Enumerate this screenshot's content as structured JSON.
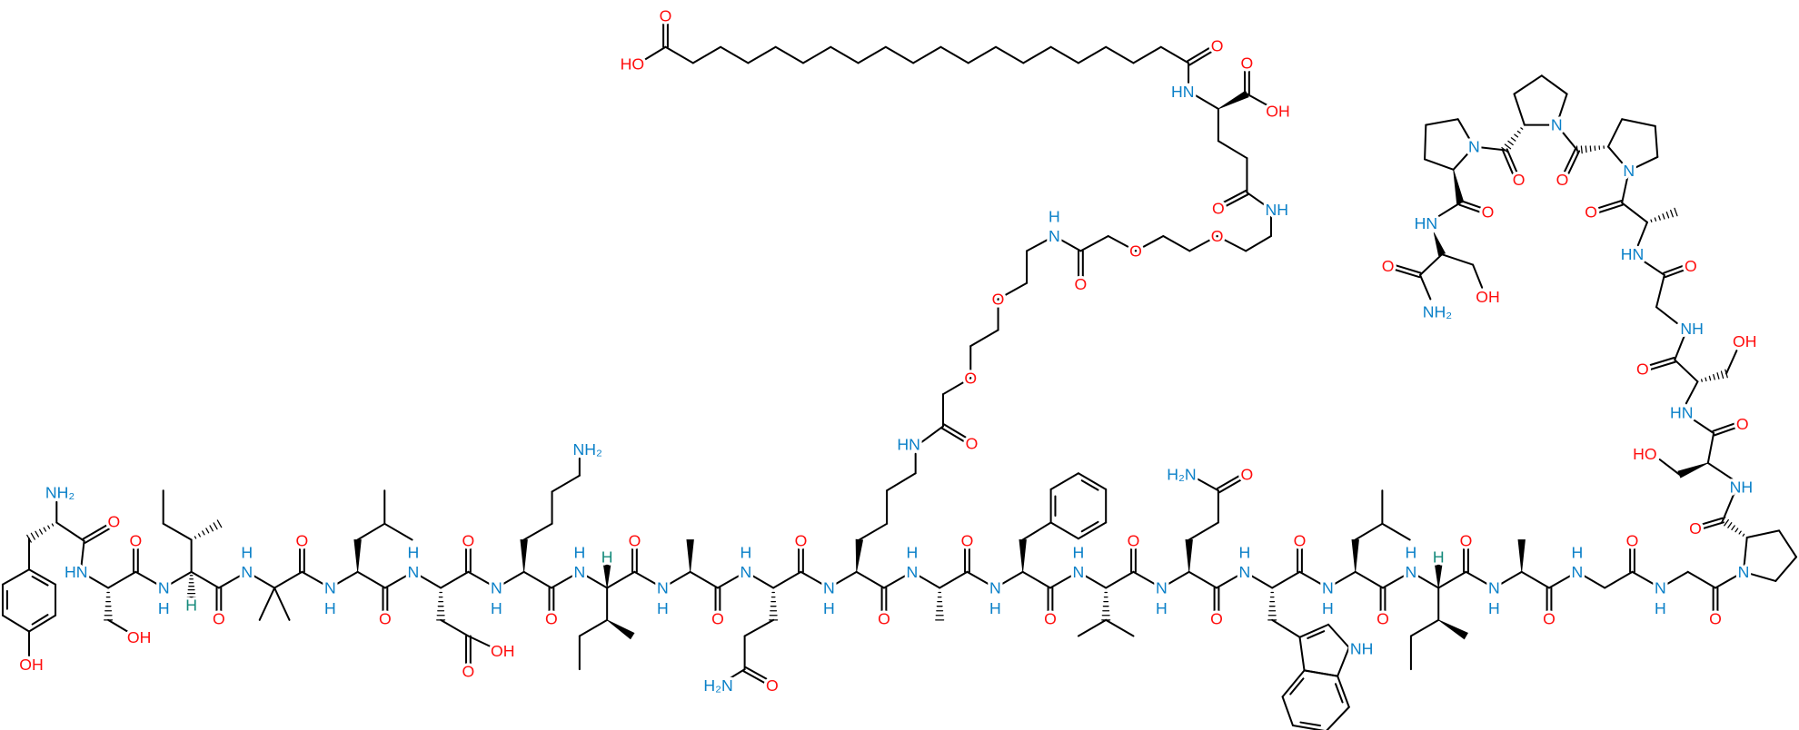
{
  "labels": {
    "O": "O",
    "OH": "OH",
    "HO": "HO",
    "N": "N",
    "H": "H",
    "NH": "NH",
    "HN": "HN",
    "NH2": "NH₂",
    "H2N": "H₂N"
  },
  "colors": {
    "bond": "#000000",
    "oxygen": "#ff0d0d",
    "nitrogen": "#0a80c8",
    "stereo_hydrogen": "#13897a",
    "background": "#ffffff"
  }
}
